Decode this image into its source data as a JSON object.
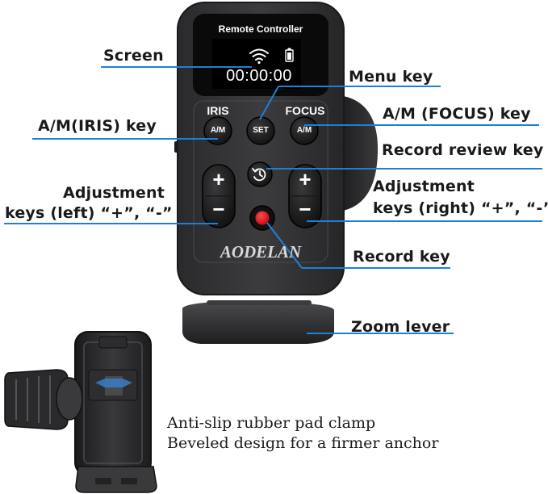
{
  "device": {
    "screen_title": "Remote Controller",
    "screen_time": "00:00:00",
    "iris_label": "IRIS",
    "focus_label": "FOCUS",
    "am_key": "A/M",
    "set_key": "SET",
    "plus": "+",
    "minus": "−",
    "brand": "AODELAN"
  },
  "callouts": {
    "screen": "Screen",
    "menu_key": "Menu key",
    "am_iris_key": "A/M(IRIS) key",
    "am_focus_key": "A/M (FOCUS) key",
    "record_review_key": "Record review key",
    "adjust_left_1": "Adjustment",
    "adjust_left_2": "keys (left) “+”, “-”",
    "adjust_right_1": "Adjustment",
    "adjust_right_2": "keys (right) “+”, “-”",
    "record_key": "Record key",
    "zoom_lever": "Zoom lever"
  },
  "caption": {
    "line1": "Anti-slip rubber pad clamp",
    "line2": "Beveled design for a firmer anchor"
  },
  "colors": {
    "callout_line": "#1f7fd6",
    "record_button": "#e0141c"
  }
}
